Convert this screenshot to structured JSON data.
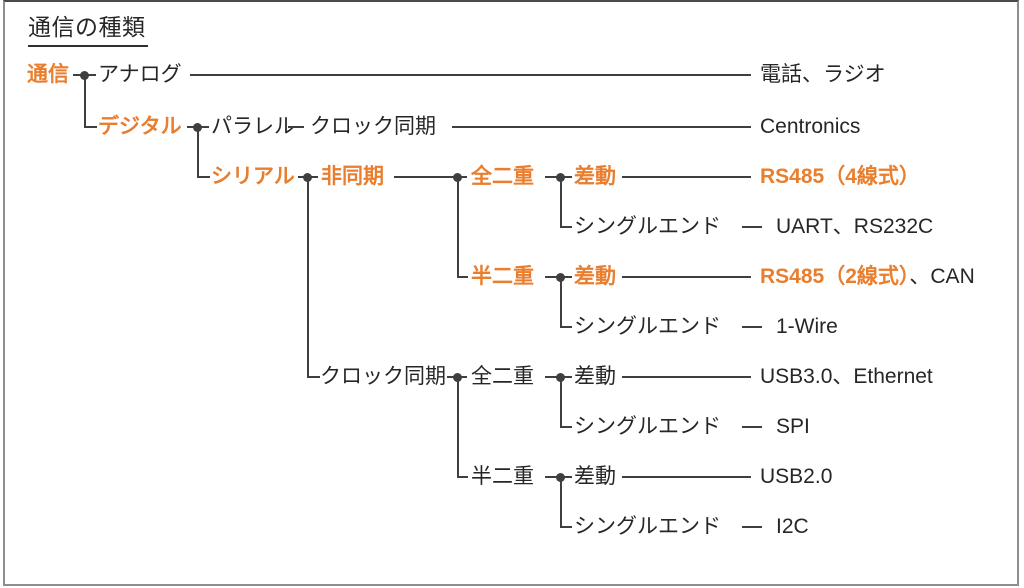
{
  "title": "通信の種類",
  "colors": {
    "accent": "#E87E2E",
    "text": "#262626",
    "line": "#3F3F3F",
    "border": "#8E8E8E"
  },
  "nodes": {
    "communication": {
      "label": "通信"
    },
    "analog": {
      "label": "アナログ"
    },
    "digital": {
      "label": "デジタル"
    },
    "parallel": {
      "label": "パラレル"
    },
    "parallel_clock_sync": {
      "label": "クロック同期"
    },
    "serial": {
      "label": "シリアル"
    },
    "asynchronous": {
      "label": "非同期"
    },
    "async_full_duplex": {
      "label": "全二重"
    },
    "async_full_differential": {
      "label": "差動"
    },
    "async_full_single_ended": {
      "label": "シングルエンド"
    },
    "async_half_duplex": {
      "label": "半二重"
    },
    "async_half_differential": {
      "label": "差動"
    },
    "async_half_single_ended": {
      "label": "シングルエンド"
    },
    "serial_clock_sync": {
      "label": "クロック同期"
    },
    "sync_full_duplex": {
      "label": "全二重"
    },
    "sync_full_differential": {
      "label": "差動"
    },
    "sync_full_single_ended": {
      "label": "シングルエンド"
    },
    "sync_half_duplex": {
      "label": "半二重"
    },
    "sync_half_differential": {
      "label": "差動"
    },
    "sync_half_single_ended": {
      "label": "シングルエンド"
    }
  },
  "leaves": {
    "phone_radio": {
      "label": "電話、ラジオ"
    },
    "centronics": {
      "label": "Centronics"
    },
    "rs485_4wire": {
      "label": "RS485（4線式）"
    },
    "uart_rs232c": {
      "label": "UART、RS232C"
    },
    "rs485_2wire": {
      "label": "RS485（2線式）",
      "suffix": "、CAN"
    },
    "one_wire": {
      "label": "1-Wire"
    },
    "usb3_ethernet": {
      "label": "USB3.0、Ethernet"
    },
    "spi": {
      "label": "SPI"
    },
    "usb2": {
      "label": "USB2.0"
    },
    "i2c": {
      "label": "I2C"
    }
  }
}
